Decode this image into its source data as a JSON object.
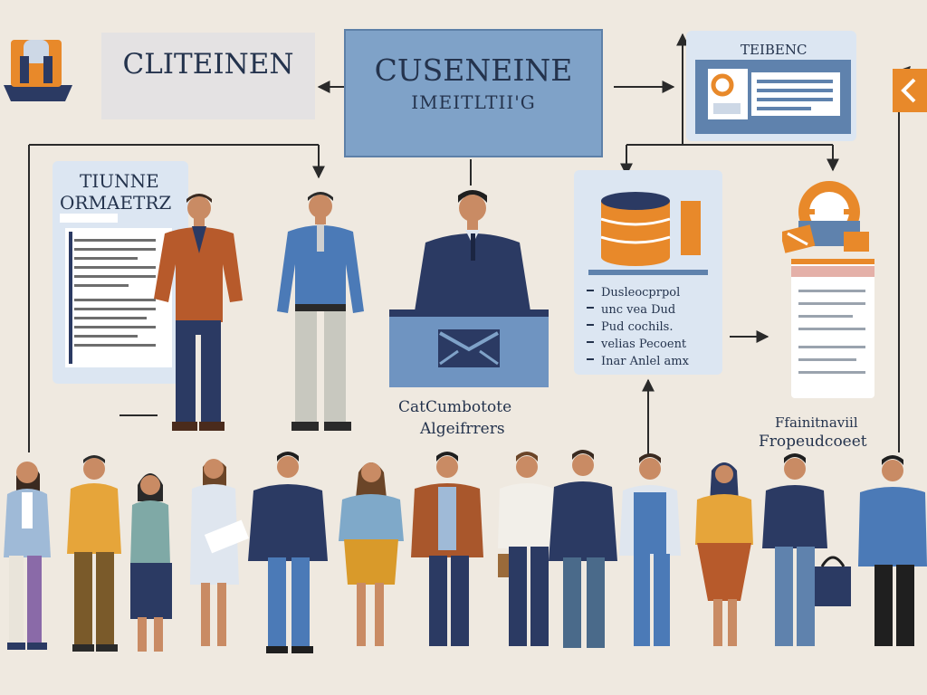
{
  "client_box": {
    "label": "CLITEINEN"
  },
  "center_box": {
    "title": "CUSENEINE",
    "subtitle": "IMEITLTII'G"
  },
  "right_box": {
    "label": "TEIBENC"
  },
  "left_doc": {
    "line1": "TIUNNE",
    "line2": "ORMAETRZ"
  },
  "db_panel": {
    "lines": [
      "Dusleocprpol",
      "unc vea Dud",
      "Pud cochils.",
      "velias Pecoent",
      "Inar Anlel amx"
    ]
  },
  "desk_caption": {
    "line1": "CatCumbotote",
    "line2": "Algeifrrers"
  },
  "right_caption": {
    "line1": "Ffainitnaviil",
    "line2": "Fropeudcoeet"
  },
  "colors": {
    "bg": "#efe9e0",
    "blue": "#7fa2c8",
    "navy": "#2b3a63",
    "orange": "#e8892a",
    "light_panel": "#dce6f2"
  },
  "icons": [
    "suitcase-icon",
    "database-icon",
    "target-icon",
    "arrow-tag-icon",
    "envelope-icon"
  ]
}
